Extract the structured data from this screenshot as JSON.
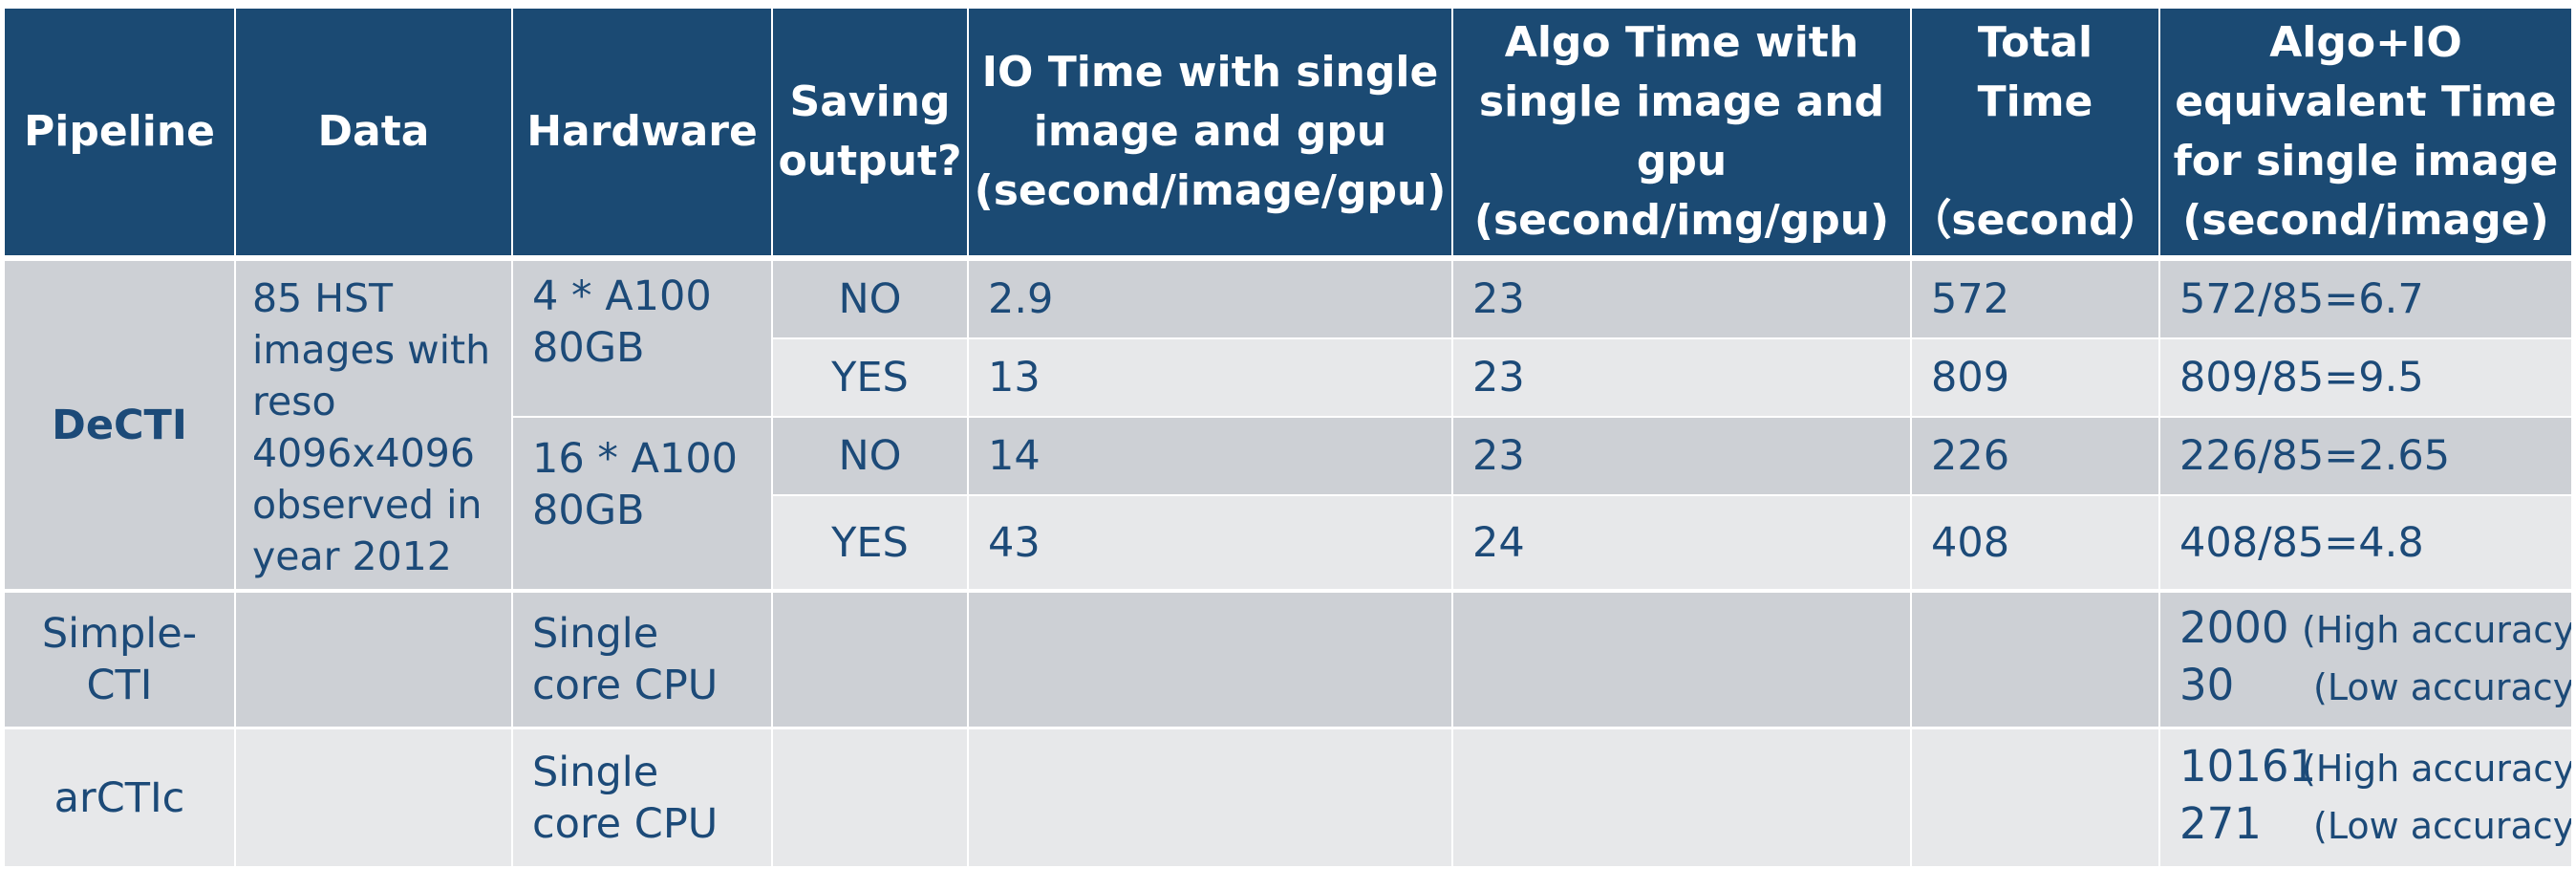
{
  "table": {
    "headers": [
      "Pipeline",
      "Data",
      "Hardware",
      "Saving\noutput?",
      "IO Time with single\nimage and gpu\n(second/image/gpu)",
      "Algo Time with\nsingle image and\ngpu\n(second/img/gpu)",
      "Total\nTime\n\n（second）",
      "Algo+IO\nequivalent Time\nfor single image\n(second/image)"
    ],
    "decti": {
      "pipeline": "DeCTI",
      "data": "85 HST\nimages with\nreso\n4096x4096\nobserved in\nyear 2012",
      "hardware_a": "4 * A100\n80GB",
      "hardware_b": "16 * A100\n80GB",
      "rows": [
        {
          "saving": "NO",
          "io": "2.9",
          "algo": "23",
          "total": "572",
          "equiv": "572/85=6.7"
        },
        {
          "saving": "YES",
          "io": "13",
          "algo": "23",
          "total": "809",
          "equiv": "809/85=9.5"
        },
        {
          "saving": "NO",
          "io": "14",
          "algo": "23",
          "total": "226",
          "equiv": "226/85=2.65"
        },
        {
          "saving": "YES",
          "io": "43",
          "algo": "24",
          "total": "408",
          "equiv": "408/85=4.8"
        }
      ]
    },
    "simplecti": {
      "pipeline": "Simple-\nCTI",
      "hardware": "Single\ncore CPU",
      "high_value": "2000",
      "high_label": "(High accuracy)",
      "low_value": "30",
      "low_label": "(Low accuracy)"
    },
    "arctic": {
      "pipeline": "arCTIc",
      "hardware": "Single\ncore CPU",
      "high_value": "10161",
      "high_label": "(High accuracy)",
      "low_value": "271",
      "low_label": "(Low accuracy)"
    }
  }
}
